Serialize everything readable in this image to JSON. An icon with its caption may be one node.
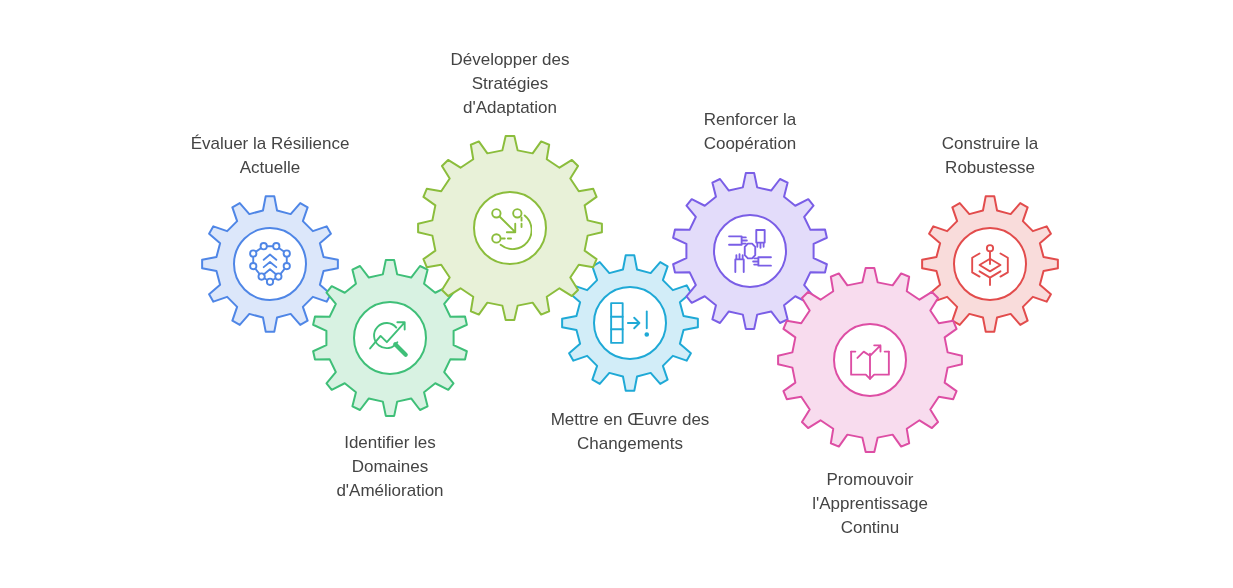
{
  "diagram": {
    "nodes": [
      {
        "text": [
          "Évaluer la Résilience Actuelle"
        ]
      },
      {
        "text": [
          "Identifier les Domaines d'Amélioration"
        ]
      },
      {
        "text": [
          "Développer des Stratégies d'Adaptation"
        ]
      },
      {
        "text": [
          "Mettre en Œuvre des Changements"
        ]
      },
      {
        "text": [
          "Renforcer la Coopération"
        ]
      },
      {
        "text": [
          "Promouvoir l'Apprentissage Continu"
        ]
      },
      {
        "text": [
          "Construire la Robustesse"
        ]
      }
    ]
  }
}
